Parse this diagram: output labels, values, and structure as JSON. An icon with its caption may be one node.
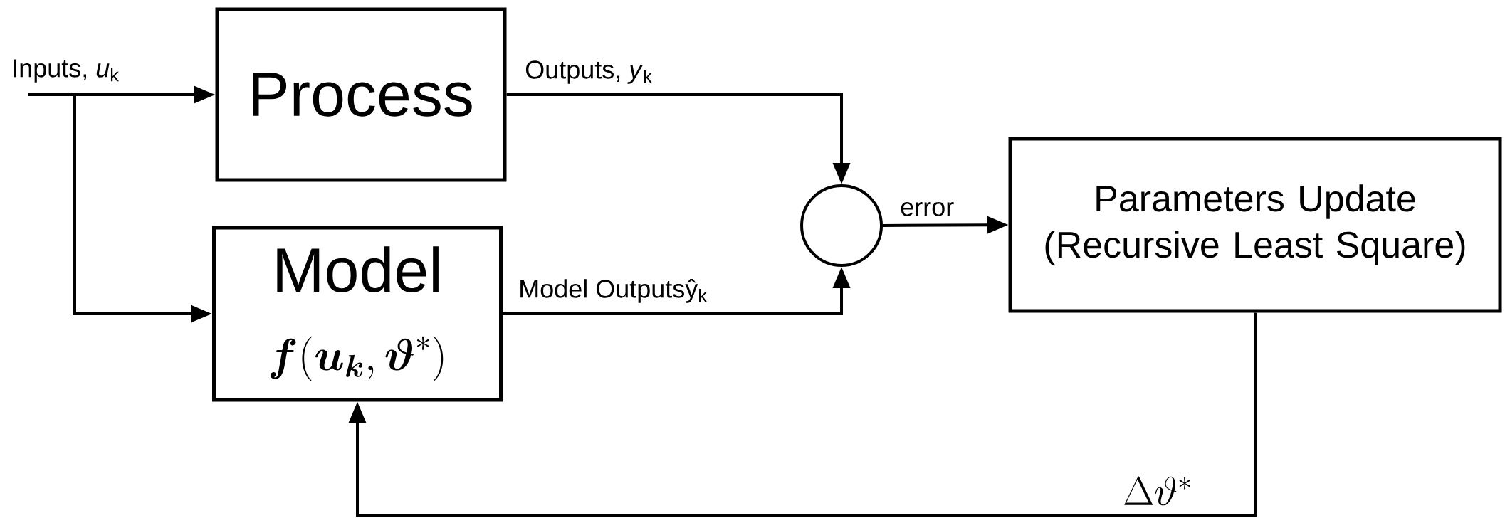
{
  "diagram": {
    "nodes": [
      {
        "text": [
          "Process"
        ]
      },
      {
        "text": [
          "Model",
          "\\boldsymbol{f}(\\boldsymbol{u}_{\\boldsymbol{k}},\\boldsymbol{\\vartheta}^{*})"
        ]
      },
      {
        "text": [],
        "shape": "circle"
      },
      {
        "text": [
          "Parameters Update (Recursive Least Square)"
        ]
      }
    ],
    "edges": [
      {
        "from": null,
        "to": 0,
        "arrow": "to",
        "label": "Inputs, *u*$_{k}$"
      },
      {
        "from": null,
        "to": 1,
        "arrow": "to"
      },
      {
        "from": 0,
        "to": 2,
        "arrow": "to",
        "label": "Outputs, *y*$_{k}$"
      },
      {
        "from": 1,
        "to": 2,
        "arrow": "to",
        "label": "Model Outputsŷ$_{k}$"
      },
      {
        "from": 2,
        "to": 3,
        "arrow": "to",
        "label": "error"
      },
      {
        "from": 3,
        "to": 1,
        "arrow": "to",
        "label": "\\Delta\\vartheta^{*}"
      }
    ]
  }
}
